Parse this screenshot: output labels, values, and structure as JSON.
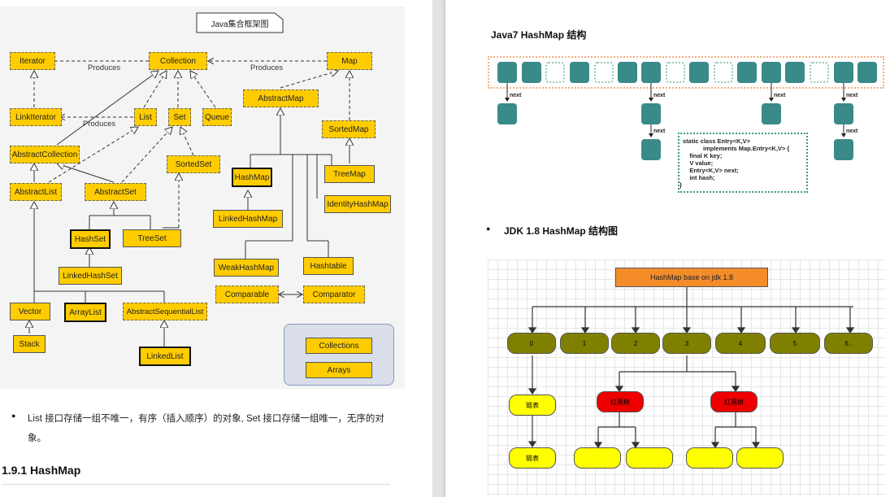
{
  "left": {
    "diagram_title": "Java集合框架图",
    "nodes": {
      "iterator": "Iterator",
      "collection": "Collection",
      "map": "Map",
      "linkiterator": "LinkIterator",
      "list": "List",
      "set": "Set",
      "queue": "Queue",
      "abstractmap": "AbstractMap",
      "abstractcollection": "AbstractCollection",
      "sortedmap": "SortedMap",
      "sortedset": "SortedSet",
      "abstractlist": "AbstractList",
      "abstractset": "AbstractSet",
      "hashmap": "HashMap",
      "treemap": "TreeMap",
      "identityhashmap": "IdentityHashMap",
      "linkedhashmap": "LinkedHashMap",
      "hashset": "HashSet",
      "treeset": "TreeSet",
      "linkedhashset": "LinkedHashSet",
      "weakhashmap": "WeakHashMap",
      "hashtable": "Hashtable",
      "comparable": "Comparable",
      "comparator": "Comparator",
      "vector": "Vector",
      "arraylist": "ArrayList",
      "abstractsequentiallist": "AbstractSequentialList",
      "stack": "Stack",
      "linkedlist": "LinkedList",
      "collections": "Collections",
      "arrays": "Arrays"
    },
    "edge_labels": {
      "produces1": "Produces",
      "produces2": "Produces",
      "produces3": "Produces"
    },
    "bullet_text_line1": "List 接口存储一组不唯一，有序（插入顺序）的对象, Set 接口存储一组唯一，无序的对",
    "bullet_text_line2": "象。",
    "heading": "1.9.1 HashMap"
  },
  "right": {
    "java7_title": "Java7 HashMap 结构",
    "next_label": "next",
    "code_lines": [
      "static class Entry<K,V>",
      "            implements Map.Entry<K,V> {",
      "    final K key;",
      "    V value;",
      "    Entry<K,V> next;",
      "    int hash;",
      "}"
    ],
    "jdk8_bullet": "JDK 1.8 HashMap  结构图",
    "jdk8_root": "HashMap base on jdk 1.8",
    "buckets": [
      "0",
      "1",
      "2",
      "3",
      "4",
      "5",
      "6.."
    ],
    "chain_label": "链表",
    "rbtree_label": "红黑树",
    "colors": {
      "teal": "#3a8a8a",
      "orange": "#f58c2a",
      "olive": "#808000",
      "red": "#ee0000",
      "yellow": "#ffff00",
      "node_yellow": "#ffcc00"
    }
  }
}
